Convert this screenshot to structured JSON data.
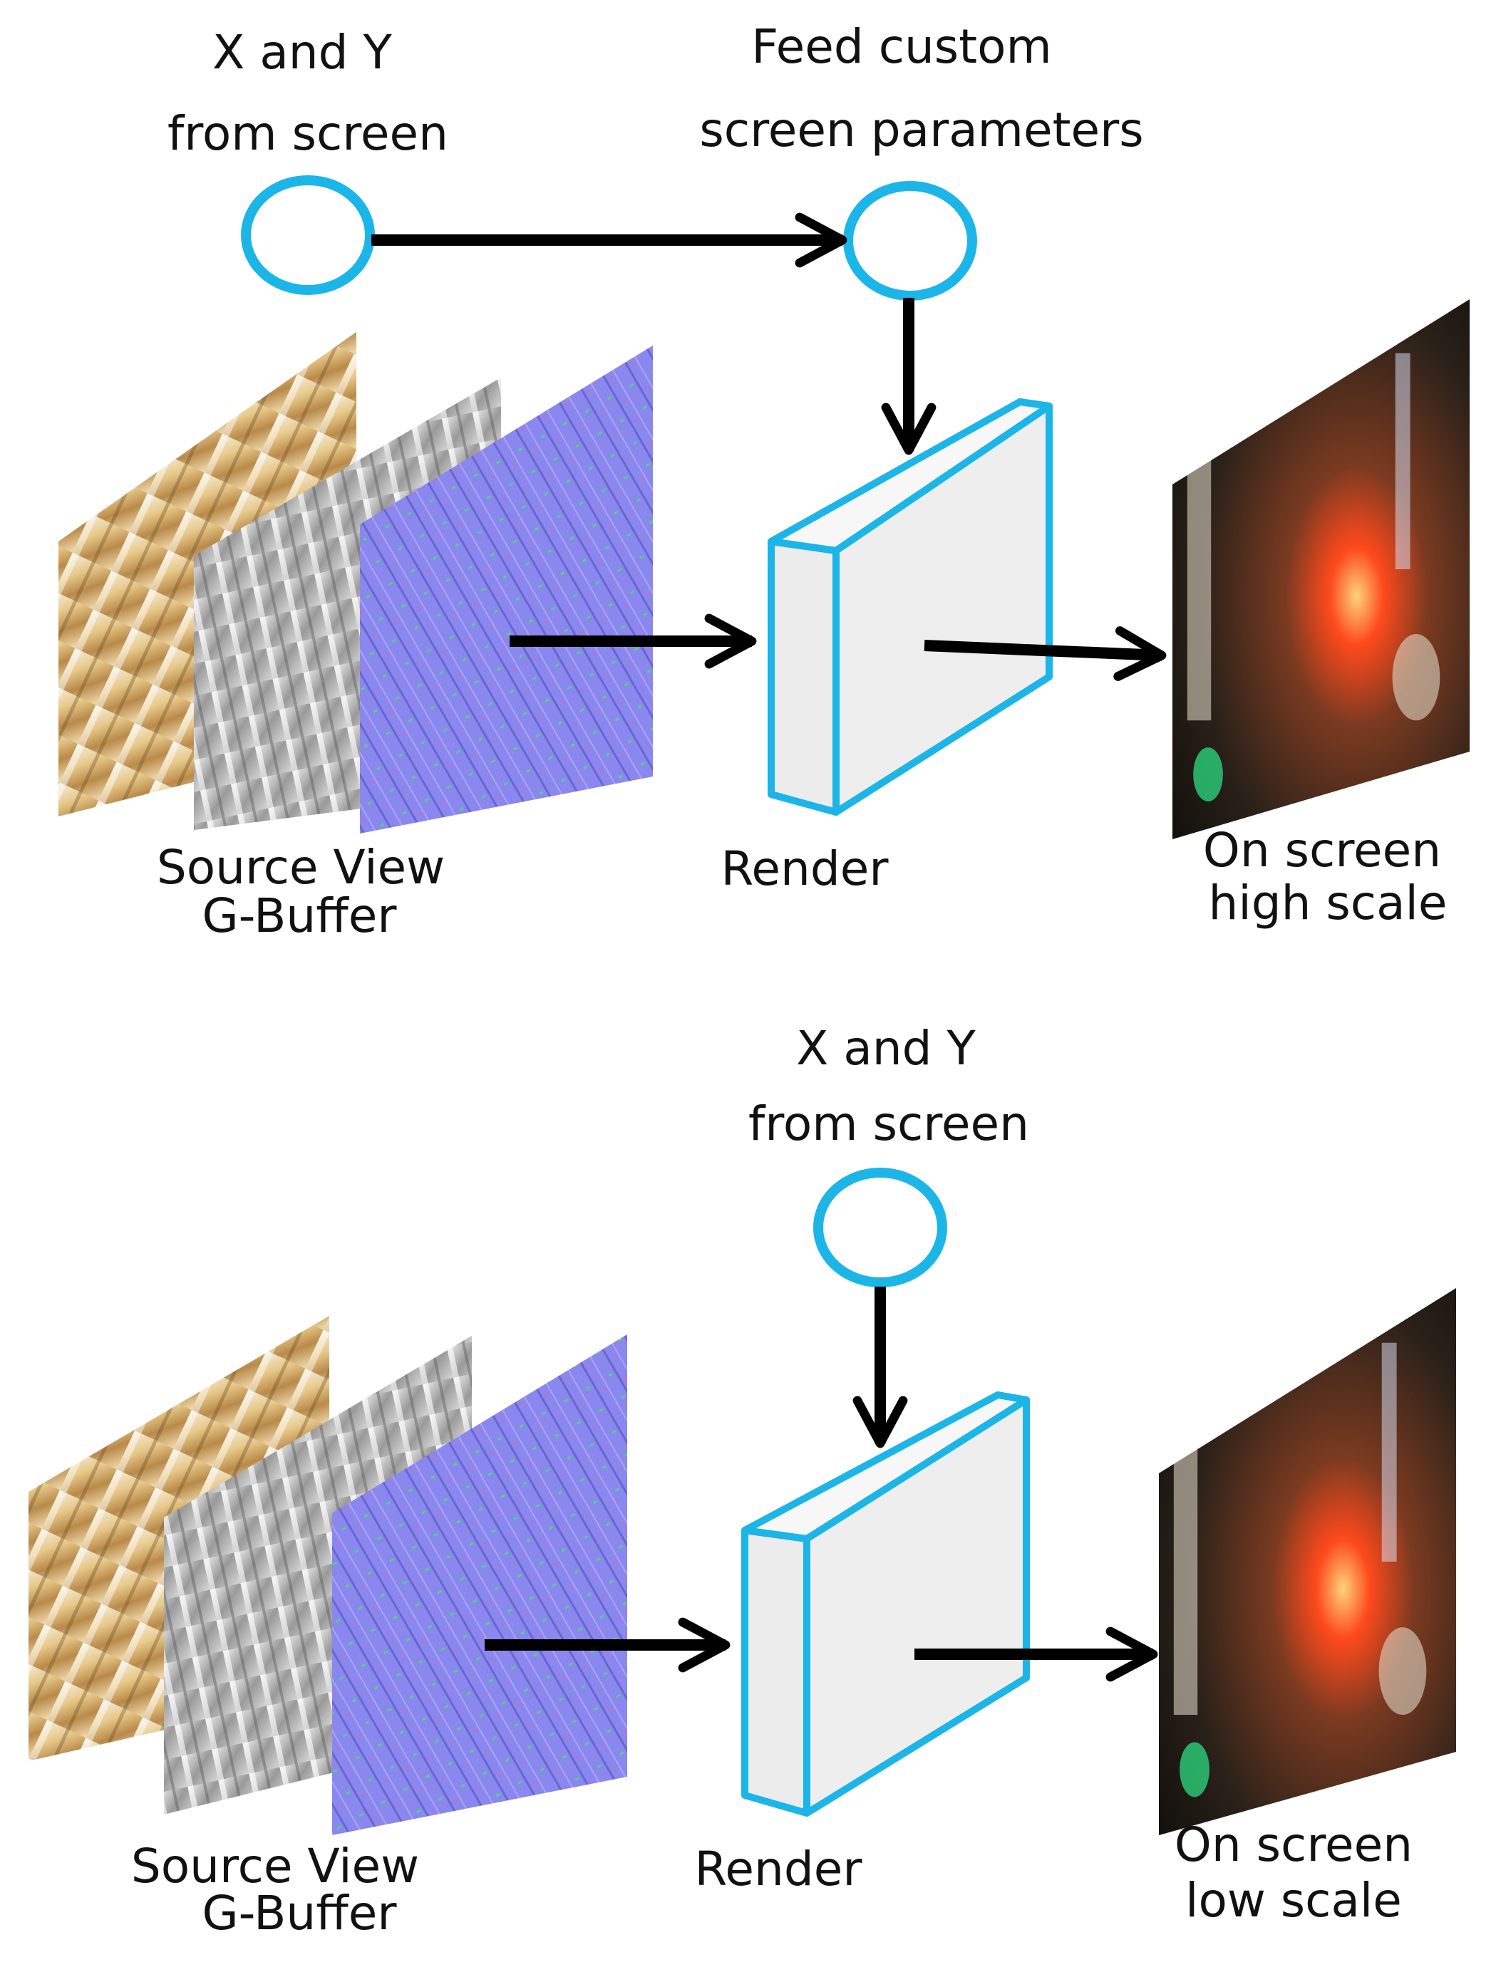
{
  "colors": {
    "node_stroke": "#1cb5e8",
    "arrow": "#000000",
    "box_face": "#eeeeee",
    "normal_map": "#8787ee",
    "albedo": "#e6c88c",
    "gbuffer_gray": "#b4b4b4",
    "output_bg": "#3a2d22"
  },
  "top": {
    "input_label_line1": "X and Y",
    "input_label_line2": "from screen",
    "param_label_line1": "Feed custom",
    "param_label_line2": "screen parameters",
    "source_label_line1": "Source View",
    "source_label_line2": "G-Buffer",
    "render_label": "Render",
    "output_label_line1": "On screen",
    "output_label_line2": "high scale"
  },
  "bottom": {
    "input_label_line1": "X and Y",
    "input_label_line2": "from screen",
    "source_label_line1": "Source View",
    "source_label_line2": "G-Buffer",
    "render_label": "Render",
    "output_label_line1": "On screen",
    "output_label_line2": "low scale"
  }
}
